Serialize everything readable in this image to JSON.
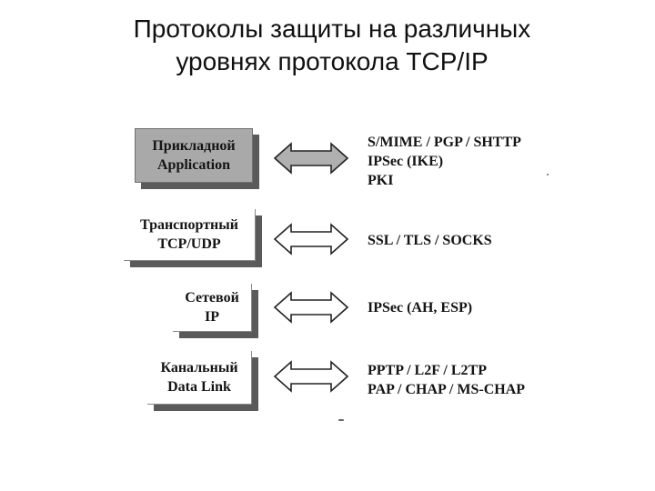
{
  "title": {
    "line1": "Протоколы защиты на различных",
    "line2": "уровнях протокола TCP/IP"
  },
  "layers": [
    {
      "name_ru": "Прикладной",
      "name_en": "Application",
      "protocols": [
        "S/MIME / PGP / SHTTP",
        "IPSec (IKE)",
        "PKI"
      ]
    },
    {
      "name_ru": "Транспортный",
      "name_en": "TCP/UDP",
      "protocols": [
        "SSL / TLS / SOCKS"
      ]
    },
    {
      "name_ru": "Сетевой",
      "name_en": "IP",
      "protocols": [
        "IPSec (AH, ESP)"
      ]
    },
    {
      "name_ru": "Канальный",
      "name_en": "Data Link",
      "protocols": [
        "PPTP / L2F / L2TP",
        "PAP / CHAP / MS-CHAP"
      ]
    }
  ],
  "colors": {
    "shaded_box": "#a9a9a9",
    "arrow_fill_top": "#b0b0b0",
    "arrow_fill_white": "#ffffff",
    "shadow": "#5a5a5a"
  },
  "icons": {
    "arrow": "double-headed-arrow-icon"
  }
}
